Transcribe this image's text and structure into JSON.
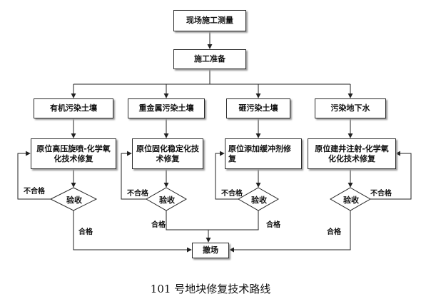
{
  "diagram": {
    "nodes": {
      "survey": "现场施工测量",
      "prep": "施工准备",
      "col1_head": "有机污染土壤",
      "col2_head": "重金属污染土壤",
      "col3_head": "砸污染土壤",
      "col4_head": "污染地下水",
      "col1_proc": "原位高压旋喷-化学氧化技术修复",
      "col2_proc": "原位固化稳定化技术修复",
      "col3_proc": "原位添加缓冲剂修复",
      "col4_proc": "原位建井注射-化学氧化化技术修复",
      "inspect": "验收",
      "exit": "撤场"
    },
    "labels": {
      "fail": "不合格",
      "pass": "合格"
    },
    "caption": "101 号地块修复技术路线"
  }
}
